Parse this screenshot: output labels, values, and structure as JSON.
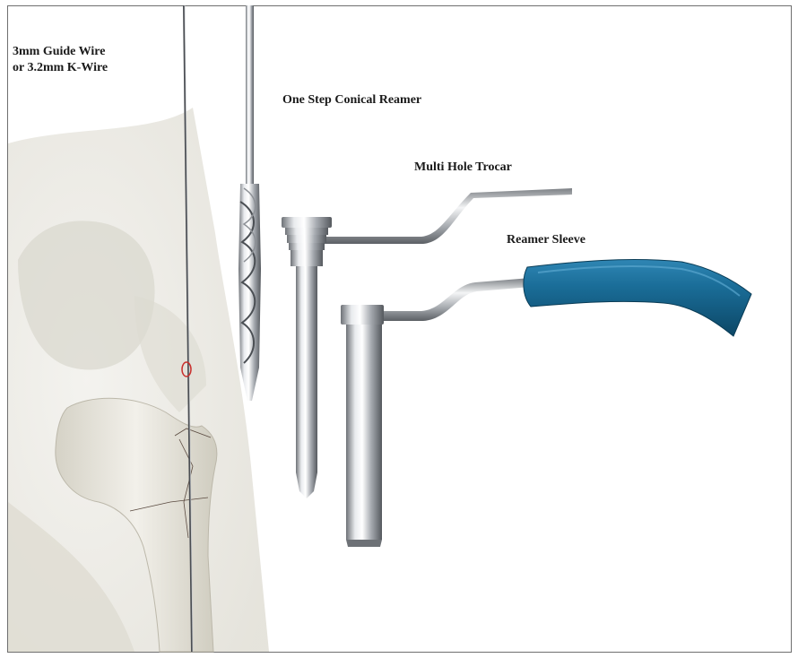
{
  "labels": {
    "guide_wire_line1": "3mm Guide Wire",
    "guide_wire_line2": "or 3.2mm K-Wire",
    "conical_reamer": "One Step Conical Reamer",
    "multi_hole_trocar": "Multi Hole Trocar",
    "reamer_sleeve": "Reamer Sleeve"
  },
  "colors": {
    "frame": "#6f6f6f",
    "text": "#1a1a1a",
    "bone": "#e9e7de",
    "steel": "#b9bcc0",
    "sleeve_handle": "#17658f"
  }
}
